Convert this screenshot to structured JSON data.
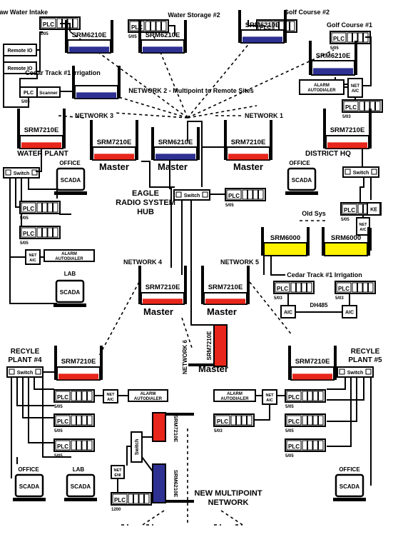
{
  "colors": {
    "red": "#e8261c",
    "blue": "#2e3192",
    "yellow": "#fff200",
    "black": "#000000"
  },
  "icons": [
    "radio-icon",
    "plc-icon",
    "scada-terminal-icon",
    "switch-icon",
    "aic-icon",
    "net-aic-icon",
    "alarm-autodialer-icon",
    "remote-io-icon"
  ],
  "labels": {
    "raw_water_intake": "Raw Water Intake",
    "water_storage": "Water Storage #2",
    "golf_course_2": "Golf Course #2",
    "golf_course_1": "Golf Course #1",
    "cedar_track_1_top": "Cedar Track #1 Irrigation",
    "network2": "NETWORK 2 - Multipoint to Remote Sites",
    "network3": "NETWORK 3",
    "network1": "NETWORK 1",
    "network4": "NETWORK 4",
    "network5": "NETWORK 5",
    "network6": "NETWORK 6",
    "water_plant": "WATER PLANT",
    "district_hq": "DISTRICT HQ",
    "hub_title": "EAGLE RADIO SYSTEM HUB",
    "old_sys": "Old Sys",
    "cedar_track_1_bottom": "Cedar Track #1 Irrigation",
    "dh485": "DH485",
    "recycle4": "RECYLE PLANT #4",
    "recycle5": "RECYLE PLANT #5",
    "new_multipoint": "NEW MULTIPOINT NETWORK",
    "office": "OFFICE",
    "lab": "LAB",
    "master": "Master",
    "plc": "PLC",
    "scada": "SCADA",
    "switch": "Switch",
    "remote_io": "Remote IO",
    "scanner": "Scanner",
    "net_aic": "NET AIC",
    "net_eni": "NET ENI",
    "aic": "AIC",
    "ke": "KE",
    "alarm_autodialer": "ALARM AUTODIALER",
    "srm6210e": "SRM6210E",
    "srm7210e": "SRM7210E",
    "srm6000": "SRM6000",
    "plc_505": "5/05",
    "plc_503": "5/03",
    "plc_1200": "1200"
  }
}
